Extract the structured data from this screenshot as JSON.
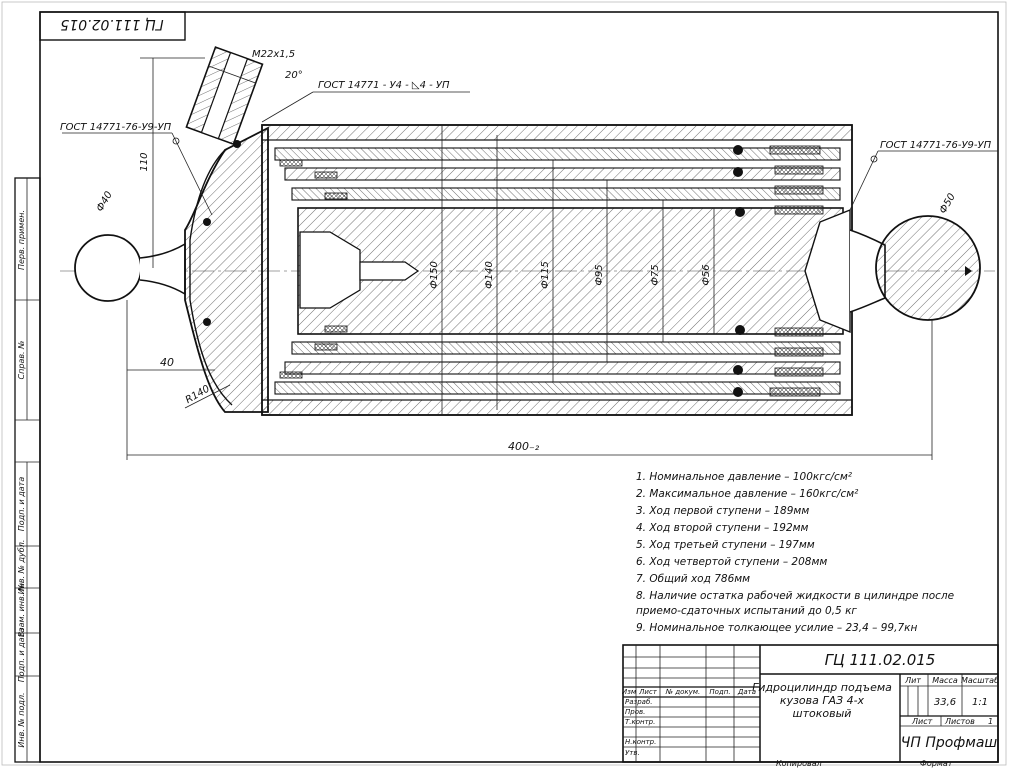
{
  "drawing_number": "ГЦ 111.02.015",
  "drawing_number_rotated": "ГЦ 111.02.015",
  "product_name_lines": [
    "Гидроцилиндр подъема",
    "кузова ГАЗ 4-х",
    "штоковый"
  ],
  "company": "ЧП Профмаш",
  "mass": "33,6",
  "scale": "1:1",
  "sheet_label": "Лист",
  "sheets_label": "Листов",
  "sheets_count": "1",
  "title_headers": {
    "lit": "Лит",
    "massa": "Масса",
    "masshtab": "Масштаб"
  },
  "change_headers": {
    "izm": "Изм",
    "list": "Лист",
    "doc": "№ докум.",
    "podp": "Подп.",
    "data": "Дата"
  },
  "role_labels": [
    "Разраб.",
    "Пров.",
    "Т.контр.",
    "",
    "Н.контр.",
    "Утв."
  ],
  "footer": {
    "kopiroval": "Копировал",
    "format": "Формат"
  },
  "side_stamps": [
    "Перв. примен.",
    "Справ. №",
    "Подп. и дата",
    "Инв. № дубл.",
    "Взам. инв. №",
    "Подп. и дата",
    "Инв. № подл."
  ],
  "notes": [
    "1. Номинальное давление – 100кгс/см²",
    "2. Максимальное давление – 160кгс/см²",
    "3. Ход первой ступени – 189мм",
    "4. Ход второй ступени – 192мм",
    "5. Ход третьей ступени – 197мм",
    "6. Ход четвертой ступени – 208мм",
    "7. Общий ход 786мм",
    "8. Наличие остатка рабочей жидкости в цилиндре после",
    "приемо-сдаточных испытаний до 0,5 кг",
    "9. Номинальное толкающее усилие – 23,4 – 99,7кн"
  ],
  "weld_callouts": {
    "left": "ГОСТ 14771-76-У9-УП",
    "top": "ГОСТ 14771 - У4 - ◺4 - УП",
    "right": "ГОСТ 14771-76-У9-УП"
  },
  "dimensions": {
    "thread": "М22х1,5",
    "angle": "20°",
    "height_110": "110",
    "left_sphere": "Ф40",
    "offset_40": "40",
    "radius": "R140",
    "overall_length": "400₋₂",
    "right_sphere": "Ф50",
    "diameters": [
      "Ф150",
      "Ф140",
      "Ф115",
      "Ф95",
      "Ф75",
      "Ф56"
    ]
  }
}
